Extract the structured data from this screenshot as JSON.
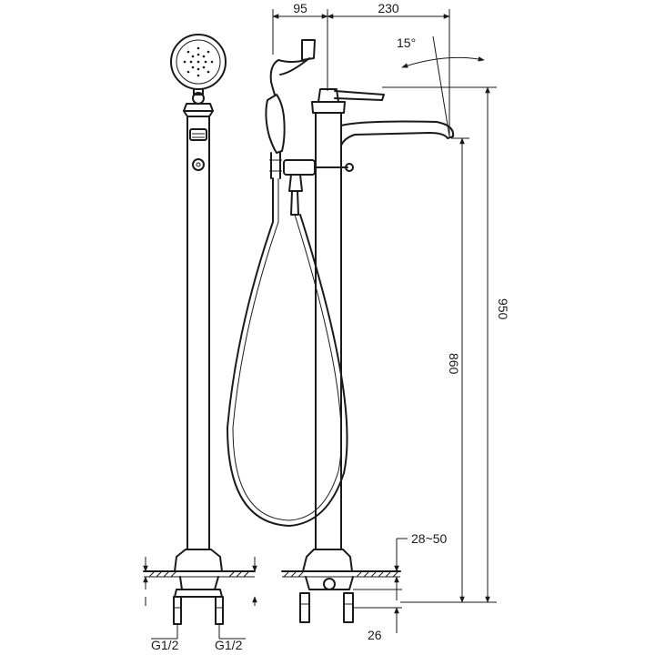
{
  "dimensions": {
    "handshower_offset": "95",
    "spout_reach": "230",
    "spout_angle": "15°",
    "total_height": "950",
    "spout_height": "860",
    "floor_adjust": "28~50",
    "base_height": "26",
    "inlet_left": "G1/2",
    "inlet_right": "G1/2"
  },
  "colors": {
    "line": "#1a1a1a",
    "background": "#ffffff"
  }
}
